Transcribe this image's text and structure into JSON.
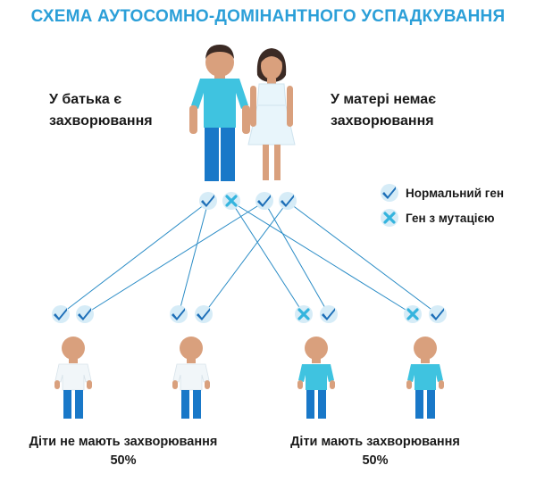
{
  "title": "СХЕМА АУТОСОМНО-ДОМІНАНТНОГО УСПАДКУВАННЯ",
  "parents": {
    "father_label": "У батька є захворювання",
    "mother_label": "У матері немає захворювання"
  },
  "legend": {
    "normal_gene": "Нормальний ген",
    "mutated_gene": "Ген з мутацією"
  },
  "captions": {
    "left_text": "Діти не мають захворювання",
    "left_percent": "50%",
    "right_text": "Діти мають захворювання",
    "right_percent": "50%"
  },
  "colors": {
    "title": "#2b9fd8",
    "shirt_blue": "#3fc3e0",
    "pants_blue": "#1978c8",
    "skin": "#d9a07d",
    "hair_dark": "#3b2a24",
    "dress": "#e8f5fb",
    "check": "#1d6fb8",
    "cross": "#34b4de",
    "badge_bg": "#d6ecf7"
  }
}
